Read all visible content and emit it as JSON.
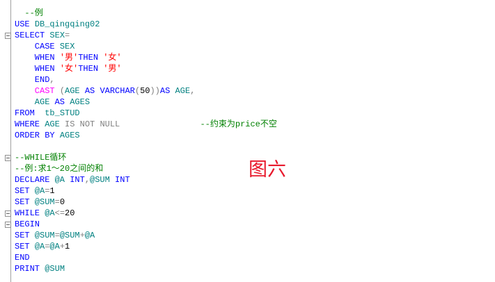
{
  "colors": {
    "keyword": "#0000ff",
    "identifier": "#008080",
    "string": "#ff0000",
    "function": "#ff00ff",
    "operator": "#808080",
    "comment": "#008000",
    "label": "#e8192c"
  },
  "figure_label": "图六",
  "lines": [
    {
      "fold": false,
      "tokens": [
        [
          "  --例",
          "cm"
        ]
      ]
    },
    {
      "fold": false,
      "tokens": [
        [
          "USE ",
          "kw"
        ],
        [
          "DB_qingqing02",
          "id"
        ]
      ]
    },
    {
      "fold": true,
      "tokens": [
        [
          "SELECT ",
          "kw"
        ],
        [
          "SEX",
          "id"
        ],
        [
          "=",
          "op"
        ]
      ]
    },
    {
      "fold": false,
      "tokens": [
        [
          "    CASE ",
          "kw"
        ],
        [
          "SEX",
          "id"
        ]
      ]
    },
    {
      "fold": false,
      "tokens": [
        [
          "    WHEN ",
          "kw"
        ],
        [
          "'男'",
          "str"
        ],
        [
          "THEN ",
          "kw"
        ],
        [
          "'女'",
          "str"
        ]
      ]
    },
    {
      "fold": false,
      "tokens": [
        [
          "    WHEN ",
          "kw"
        ],
        [
          "'女'",
          "str"
        ],
        [
          "THEN ",
          "kw"
        ],
        [
          "'男'",
          "str"
        ]
      ]
    },
    {
      "fold": false,
      "tokens": [
        [
          "    END",
          "kw"
        ],
        [
          ",",
          "op"
        ]
      ]
    },
    {
      "fold": false,
      "tokens": [
        [
          "    CAST ",
          "fn"
        ],
        [
          "(",
          "op"
        ],
        [
          "AGE ",
          "id"
        ],
        [
          "AS ",
          "kw"
        ],
        [
          "VARCHAR",
          "kw"
        ],
        [
          "(",
          "op"
        ],
        [
          "50",
          "num"
        ],
        [
          "))",
          "op"
        ],
        [
          "AS ",
          "kw"
        ],
        [
          "AGE",
          "id"
        ],
        [
          ",",
          "op"
        ]
      ]
    },
    {
      "fold": false,
      "tokens": [
        [
          "    AGE ",
          "id"
        ],
        [
          "AS ",
          "kw"
        ],
        [
          "AGES",
          "id"
        ]
      ]
    },
    {
      "fold": false,
      "tokens": [
        [
          "FROM  ",
          "kw"
        ],
        [
          "tb_STUD",
          "id"
        ]
      ]
    },
    {
      "fold": false,
      "tokens": [
        [
          "WHERE ",
          "kw"
        ],
        [
          "AGE ",
          "id"
        ],
        [
          "IS NOT NULL",
          "op"
        ],
        [
          "                --约束为price不空",
          "cm"
        ]
      ]
    },
    {
      "fold": false,
      "tokens": [
        [
          "ORDER BY ",
          "kw"
        ],
        [
          "AGES",
          "id"
        ]
      ]
    },
    {
      "fold": false,
      "tokens": []
    },
    {
      "fold": true,
      "tokens": [
        [
          "--WHILE循环",
          "cm"
        ]
      ]
    },
    {
      "fold": false,
      "tokens": [
        [
          "--例:求1～20之间的和",
          "cm"
        ]
      ]
    },
    {
      "fold": false,
      "tokens": [
        [
          "DECLARE ",
          "kw"
        ],
        [
          "@A ",
          "id"
        ],
        [
          "INT",
          "kw"
        ],
        [
          ",",
          "op"
        ],
        [
          "@SUM ",
          "id"
        ],
        [
          "INT",
          "kw"
        ]
      ]
    },
    {
      "fold": false,
      "tokens": [
        [
          "SET ",
          "kw"
        ],
        [
          "@A",
          "id"
        ],
        [
          "=",
          "op"
        ],
        [
          "1",
          "num"
        ]
      ]
    },
    {
      "fold": false,
      "tokens": [
        [
          "SET ",
          "kw"
        ],
        [
          "@SUM",
          "id"
        ],
        [
          "=",
          "op"
        ],
        [
          "0",
          "num"
        ]
      ]
    },
    {
      "fold": true,
      "tokens": [
        [
          "WHILE ",
          "kw"
        ],
        [
          "@A",
          "id"
        ],
        [
          "<=",
          "op"
        ],
        [
          "20",
          "num"
        ]
      ]
    },
    {
      "fold": true,
      "tokens": [
        [
          "BEGIN",
          "kw"
        ]
      ]
    },
    {
      "fold": false,
      "tokens": [
        [
          "SET ",
          "kw"
        ],
        [
          "@SUM",
          "id"
        ],
        [
          "=",
          "op"
        ],
        [
          "@SUM",
          "id"
        ],
        [
          "+",
          "op"
        ],
        [
          "@A",
          "id"
        ]
      ]
    },
    {
      "fold": false,
      "tokens": [
        [
          "SET ",
          "kw"
        ],
        [
          "@A",
          "id"
        ],
        [
          "=",
          "op"
        ],
        [
          "@A",
          "id"
        ],
        [
          "+",
          "op"
        ],
        [
          "1",
          "num"
        ]
      ]
    },
    {
      "fold": false,
      "tokens": [
        [
          "END",
          "kw"
        ]
      ]
    },
    {
      "fold": false,
      "tokens": [
        [
          "PRINT ",
          "kw"
        ],
        [
          "@SUM",
          "id"
        ]
      ]
    }
  ]
}
